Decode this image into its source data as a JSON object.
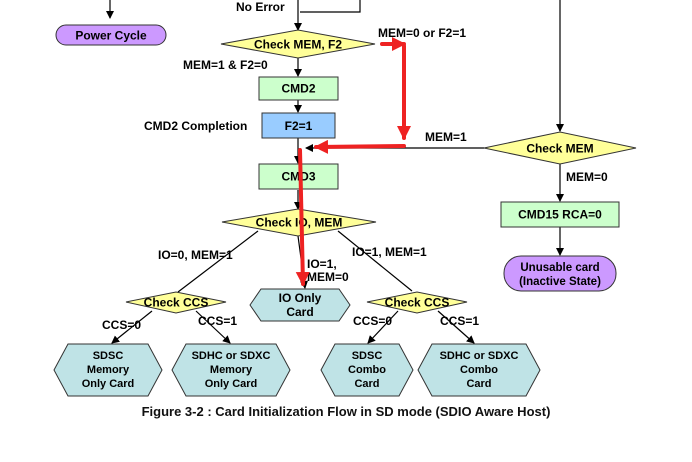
{
  "nodes": {
    "power_cycle": "Power Cycle",
    "check_mem_f2": "Check MEM, F2",
    "cmd2": "CMD2",
    "f2_1": "F2=1",
    "cmd3": "CMD3",
    "check_io_mem": "Check IO, MEM",
    "check_mem": "Check MEM",
    "cmd15": "CMD15 RCA=0",
    "unusable_1": "Unusable card",
    "unusable_2": "(Inactive State)",
    "check_ccs_left": "Check CCS",
    "check_ccs_right": "Check CCS",
    "io_only_1": "IO Only",
    "io_only_2": "Card",
    "sdsc_mem_1": "SDSC",
    "sdsc_mem_2": "Memory",
    "sdsc_mem_3": "Only Card",
    "sdhc_mem_1": "SDHC or SDXC",
    "sdhc_mem_2": "Memory",
    "sdhc_mem_3": "Only Card",
    "sdsc_combo_1": "SDSC",
    "sdsc_combo_2": "Combo",
    "sdsc_combo_3": "Card",
    "sdhc_combo_1": "SDHC or SDXC",
    "sdhc_combo_2": "Combo",
    "sdhc_combo_3": "Card"
  },
  "labels": {
    "no_error": "No Error",
    "mem0_or_f21": "MEM=0 or F2=1",
    "mem1_f20": "MEM=1 & F2=0",
    "cmd2_completion": "CMD2 Completion",
    "mem_eq_1": "MEM=1",
    "mem_eq_0": "MEM=0",
    "io0_mem1": "IO=0, MEM=1",
    "io1_mem1": "IO=1, MEM=1",
    "io1_mem0_a": "IO=1,",
    "io1_mem0_b": "MEM=0",
    "ccs0_left": "CCS=0",
    "ccs1_left": "CCS=1",
    "ccs0_right": "CCS=0",
    "ccs1_right": "CCS=1"
  },
  "caption": "Figure 3-2 : Card Initialization Flow in SD mode (SDIO Aware Host)",
  "colors": {
    "decision_fill": "#ffff99",
    "process_fill": "#ccffcc",
    "highlight_fill": "#99ccff",
    "terminal_fill": "#cc99ff",
    "card_fill": "#bfe3e6",
    "annotation_arrow": "#ee2222"
  }
}
